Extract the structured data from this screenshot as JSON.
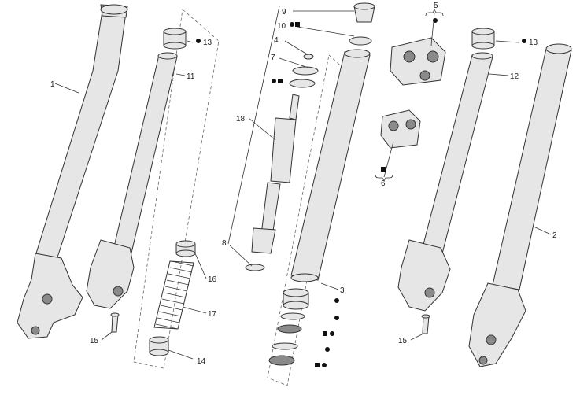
{
  "labels": {
    "l1": "1",
    "l2": "2",
    "l3": "3",
    "l4": "4",
    "l5": "5",
    "l6": "6",
    "l7": "7",
    "l8": "8",
    "l9": "9",
    "l10": "10",
    "l11": "11",
    "l12": "12",
    "l13a": "13",
    "l13b": "13",
    "l14": "14",
    "l15a": "15",
    "l15b": "15",
    "l16": "16",
    "l17": "17",
    "l18": "18"
  },
  "symbols": {
    "circle": "circle-bullet",
    "square": "square-bullet"
  },
  "colors": {
    "line": "#333333",
    "part_fill": "#e6e6e6",
    "dark_fill": "#8a8a8a"
  }
}
